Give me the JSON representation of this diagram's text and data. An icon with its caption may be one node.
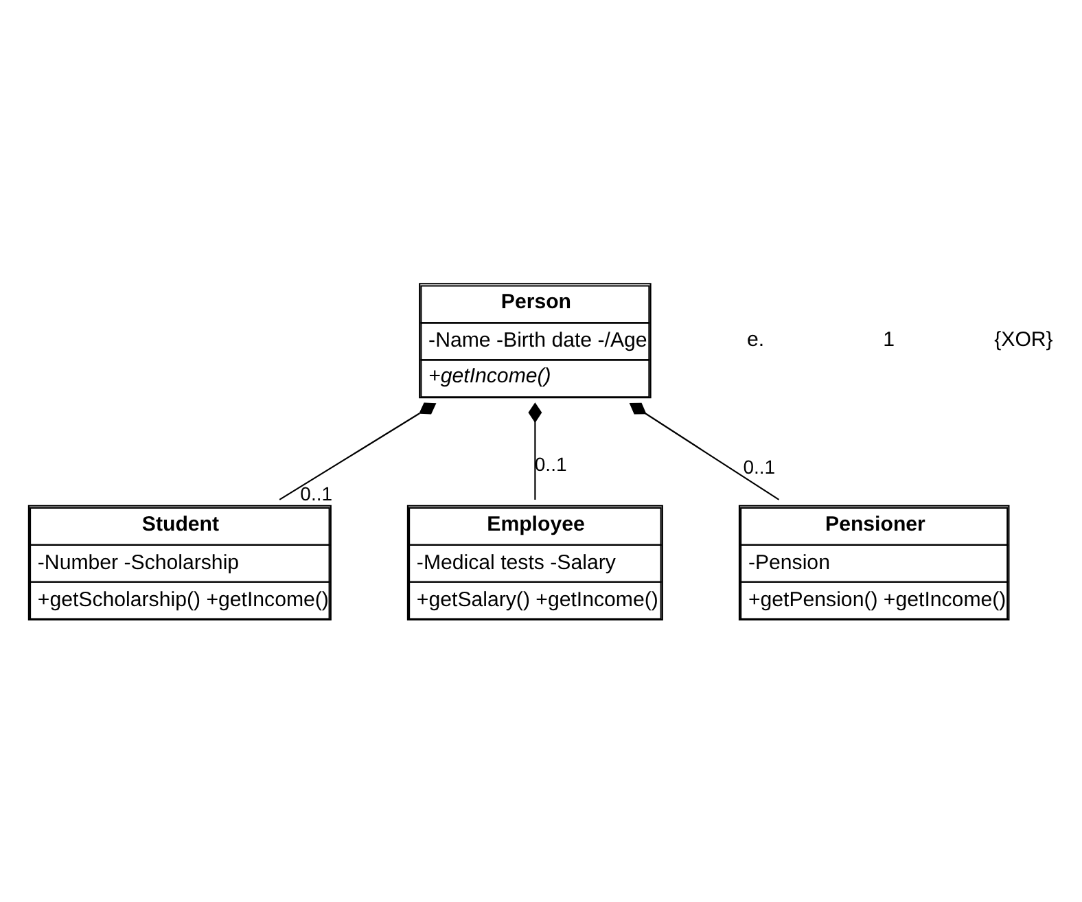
{
  "diagram": {
    "nodes": [
      {
        "text": [
          "Person",
          "-Name -Birth date -/Age",
          "+getIncome()"
        ]
      },
      {
        "text": [
          "Student",
          "-Number -Scholarship",
          "+getScholarship() +getIncome()"
        ]
      },
      {
        "text": [
          "Employee",
          "-Medical tests -Salary",
          "+getSalary() +getIncome()"
        ]
      },
      {
        "text": [
          "Pensioner",
          "-Pension",
          "+getPension() +getIncome()"
        ]
      }
    ],
    "edges": [
      {
        "from": 0,
        "to": 1,
        "arrow": "other",
        "label": "0..1"
      },
      {
        "from": 0,
        "to": 2,
        "arrow": "other",
        "label": "0..1"
      },
      {
        "from": 0,
        "to": 3,
        "arrow": "other",
        "label": "0..1"
      }
    ],
    "labels": [
      "e.",
      "1",
      "{XOR}"
    ]
  }
}
